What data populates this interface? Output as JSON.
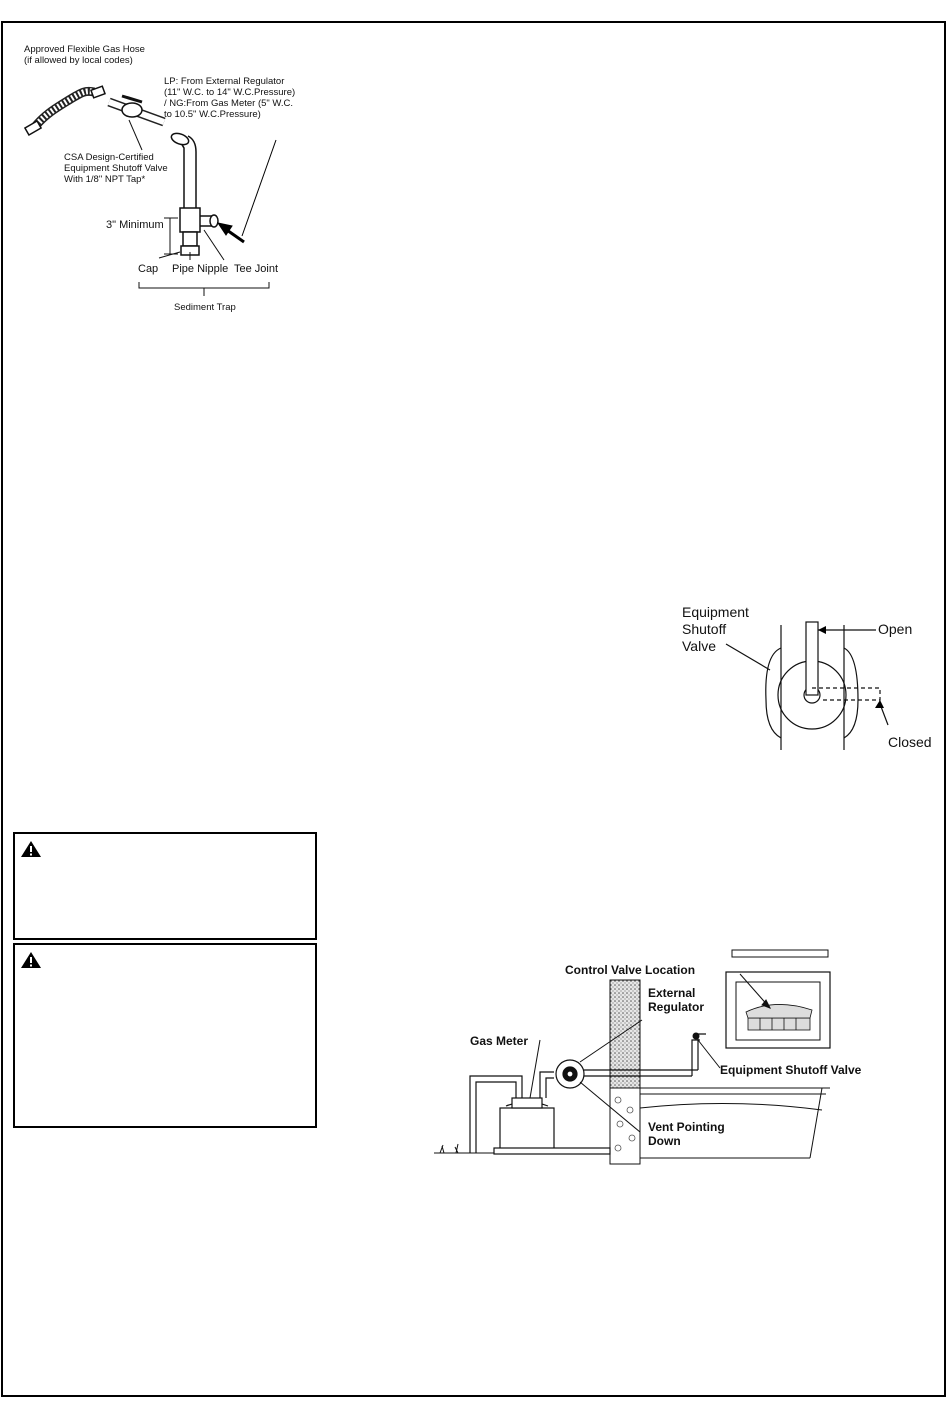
{
  "figure_gas_connection": {
    "hose_label": "Approved Flexible Gas Hose\n(if allowed by local codes)",
    "supply_label": "LP:  From External Regulator\n (11\" W.C. to 14\" W.C.Pressure)\n/ NG:From Gas Meter (5\" W.C.\nto 10.5\" W.C.Pressure)",
    "valve_label": "CSA Design-Certified\nEquipment Shutoff Valve\nWith 1/8\" NPT Tap*",
    "minimum_label": "3\" Minimum",
    "cap_label": "Cap",
    "pipe_nipple_label": "Pipe Nipple",
    "tee_joint_label": "Tee Joint",
    "sediment_trap_label": "Sediment Trap"
  },
  "figure_shutoff_valve": {
    "valve_label": "Equipment\nShutoff\nValve",
    "open_label": "Open",
    "closed_label": "Closed"
  },
  "figure_installation": {
    "control_valve_label": "Control Valve Location",
    "external_regulator_label": "External\nRegulator",
    "gas_meter_label": "Gas Meter",
    "shutoff_valve_label": "Equipment Shutoff Valve",
    "vent_label": "Vent Pointing\nDown"
  },
  "warnings": [
    {
      "icon": "warning-triangle-icon"
    },
    {
      "icon": "warning-triangle-icon"
    }
  ]
}
